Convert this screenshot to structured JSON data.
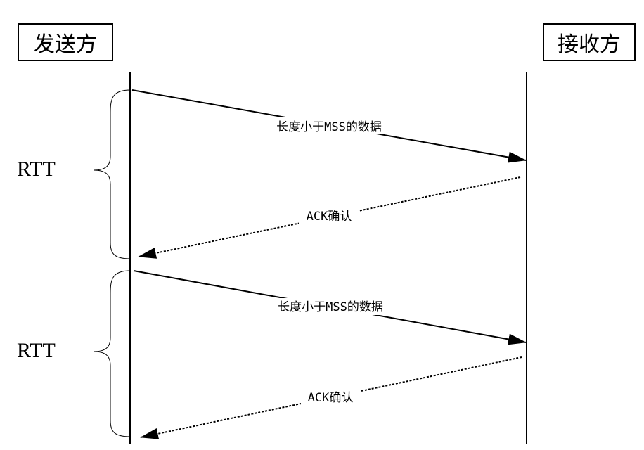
{
  "sender": {
    "label": "发送方"
  },
  "receiver": {
    "label": "接收方"
  },
  "rounds": [
    {
      "rtt_label": "RTT",
      "data_label": "长度小于MSS的数据",
      "ack_label": "ACK确认"
    },
    {
      "rtt_label": "RTT",
      "data_label": "长度小于MSS的数据",
      "ack_label": "ACK确认"
    }
  ]
}
